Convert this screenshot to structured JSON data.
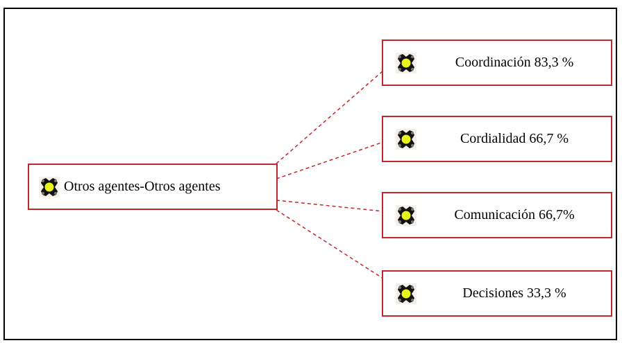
{
  "root": {
    "label": "Otros agentes-Otros agentes",
    "icon": "agent-icon"
  },
  "children": [
    {
      "label": "Coordinación   83,3 %",
      "icon": "agent-icon"
    },
    {
      "label": "Cordialidad   66,7 %",
      "icon": "agent-icon"
    },
    {
      "label": "Comunicación   66,7%",
      "icon": "agent-icon"
    },
    {
      "label": "Decisiones   33,3 %",
      "icon": "agent-icon"
    }
  ],
  "colors": {
    "border": "#c0272d",
    "connector": "#c0272d",
    "icon_core": "#e8f51a"
  }
}
